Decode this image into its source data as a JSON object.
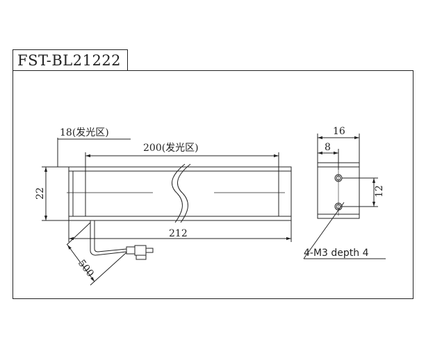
{
  "title": "FST-BL21222",
  "dimensions": {
    "emit_length_small": "18(发光区)",
    "emit_length_main": "200(发光区)",
    "total_length": "212",
    "height": "22",
    "cable_length": "500",
    "end_width": "16",
    "end_half_width": "8",
    "hole_spacing": "12"
  },
  "note": "4-M3 depth 4"
}
